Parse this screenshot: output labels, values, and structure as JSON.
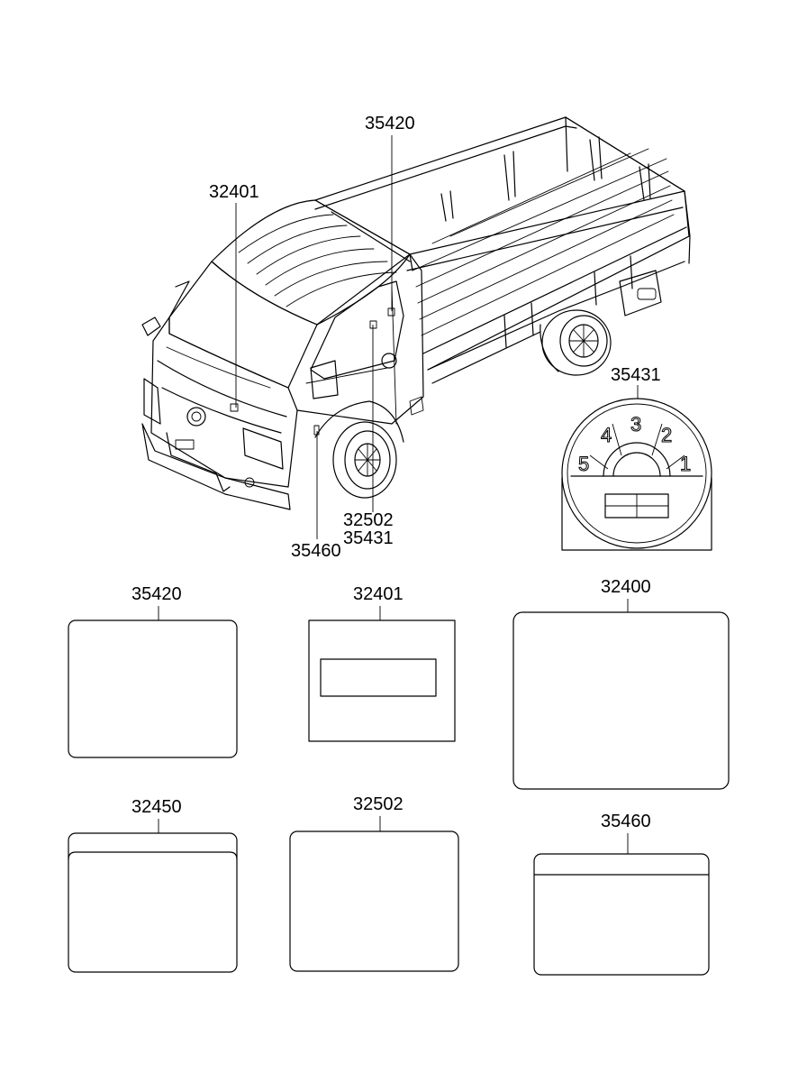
{
  "diagram": {
    "callouts": {
      "top_35420": "35420",
      "top_32401": "32401",
      "top_35431": "35431",
      "wheel_32502": "32502",
      "wheel_35431": "35431",
      "bottom_35460": "35460"
    },
    "gear_numbers": [
      "5",
      "4",
      "3",
      "2",
      "1"
    ],
    "labels": [
      {
        "part": "35420"
      },
      {
        "part": "32401"
      },
      {
        "part": "32400"
      },
      {
        "part": "32450"
      },
      {
        "part": "32502"
      },
      {
        "part": "35460"
      }
    ]
  }
}
